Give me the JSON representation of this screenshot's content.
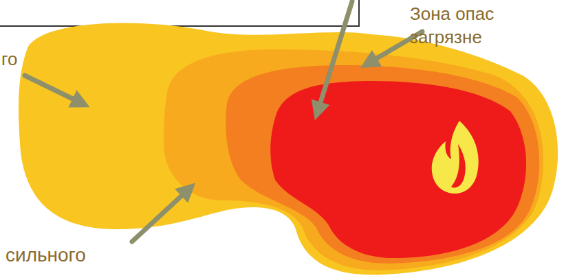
{
  "diagram": {
    "labels": [
      "го",
      "Зона опас загрязне",
      "сильного"
    ]
  }
}
